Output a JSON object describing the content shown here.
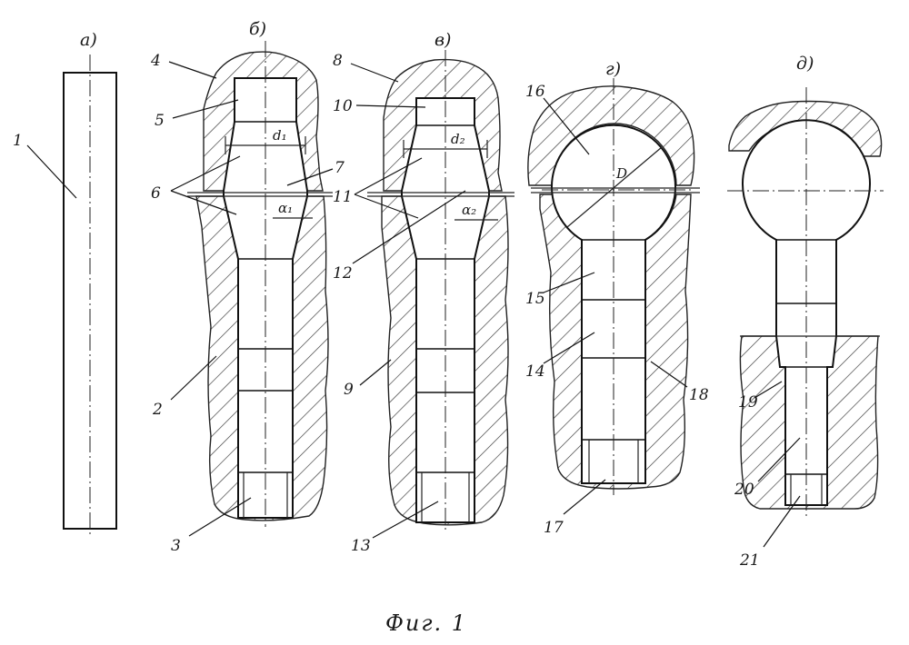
{
  "stages": {
    "a": "а)",
    "b": "б)",
    "v": "в)",
    "g": "г)",
    "d": "д)"
  },
  "labels": {
    "n1": "1",
    "n2": "2",
    "n3": "3",
    "n4": "4",
    "n5": "5",
    "n6": "6",
    "n7": "7",
    "n8": "8",
    "n9": "9",
    "n10": "10",
    "n11": "11",
    "n12": "12",
    "n13": "13",
    "n14": "14",
    "n15": "15",
    "n16": "16",
    "n17": "17",
    "n18": "18",
    "n19": "19",
    "n20": "20",
    "n21": "21"
  },
  "dimensions": {
    "d1": "d₁",
    "d2": "d₂",
    "alpha1": "α₁",
    "alpha2": "α₂",
    "D": "D"
  },
  "caption": "Фиг. 1"
}
